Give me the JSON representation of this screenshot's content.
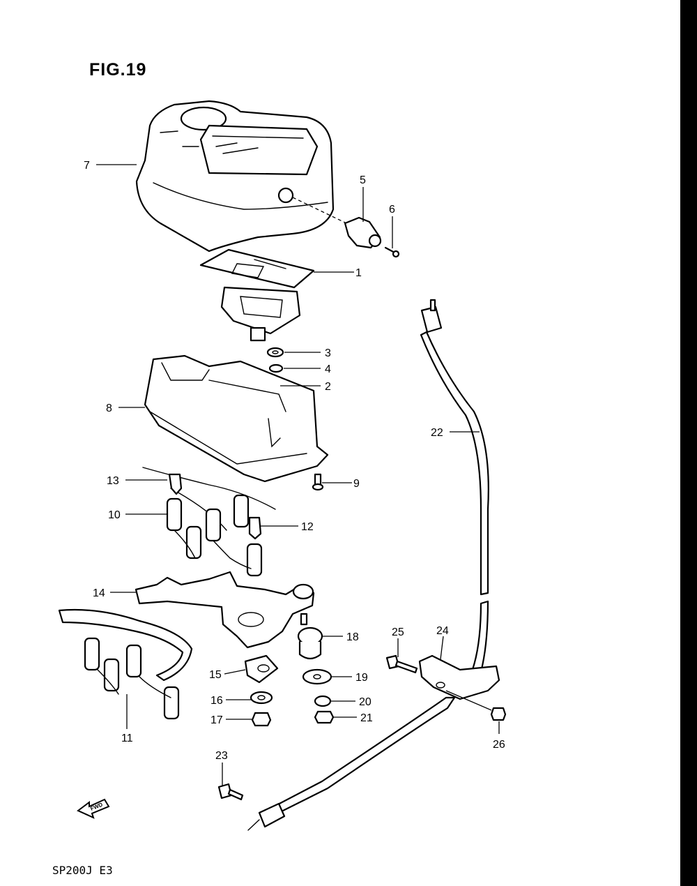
{
  "figure": {
    "title": "FIG.19",
    "model_code": "SP200J E3",
    "direction_label": "FWD"
  },
  "callouts": [
    "1",
    "2",
    "3",
    "4",
    "5",
    "6",
    "7",
    "8",
    "9",
    "10",
    "11",
    "12",
    "13",
    "14",
    "15",
    "16",
    "17",
    "18",
    "19",
    "20",
    "21",
    "22",
    "23",
    "24",
    "25",
    "26"
  ],
  "colors": {
    "ink": "#000000",
    "paper": "#ffffff"
  }
}
